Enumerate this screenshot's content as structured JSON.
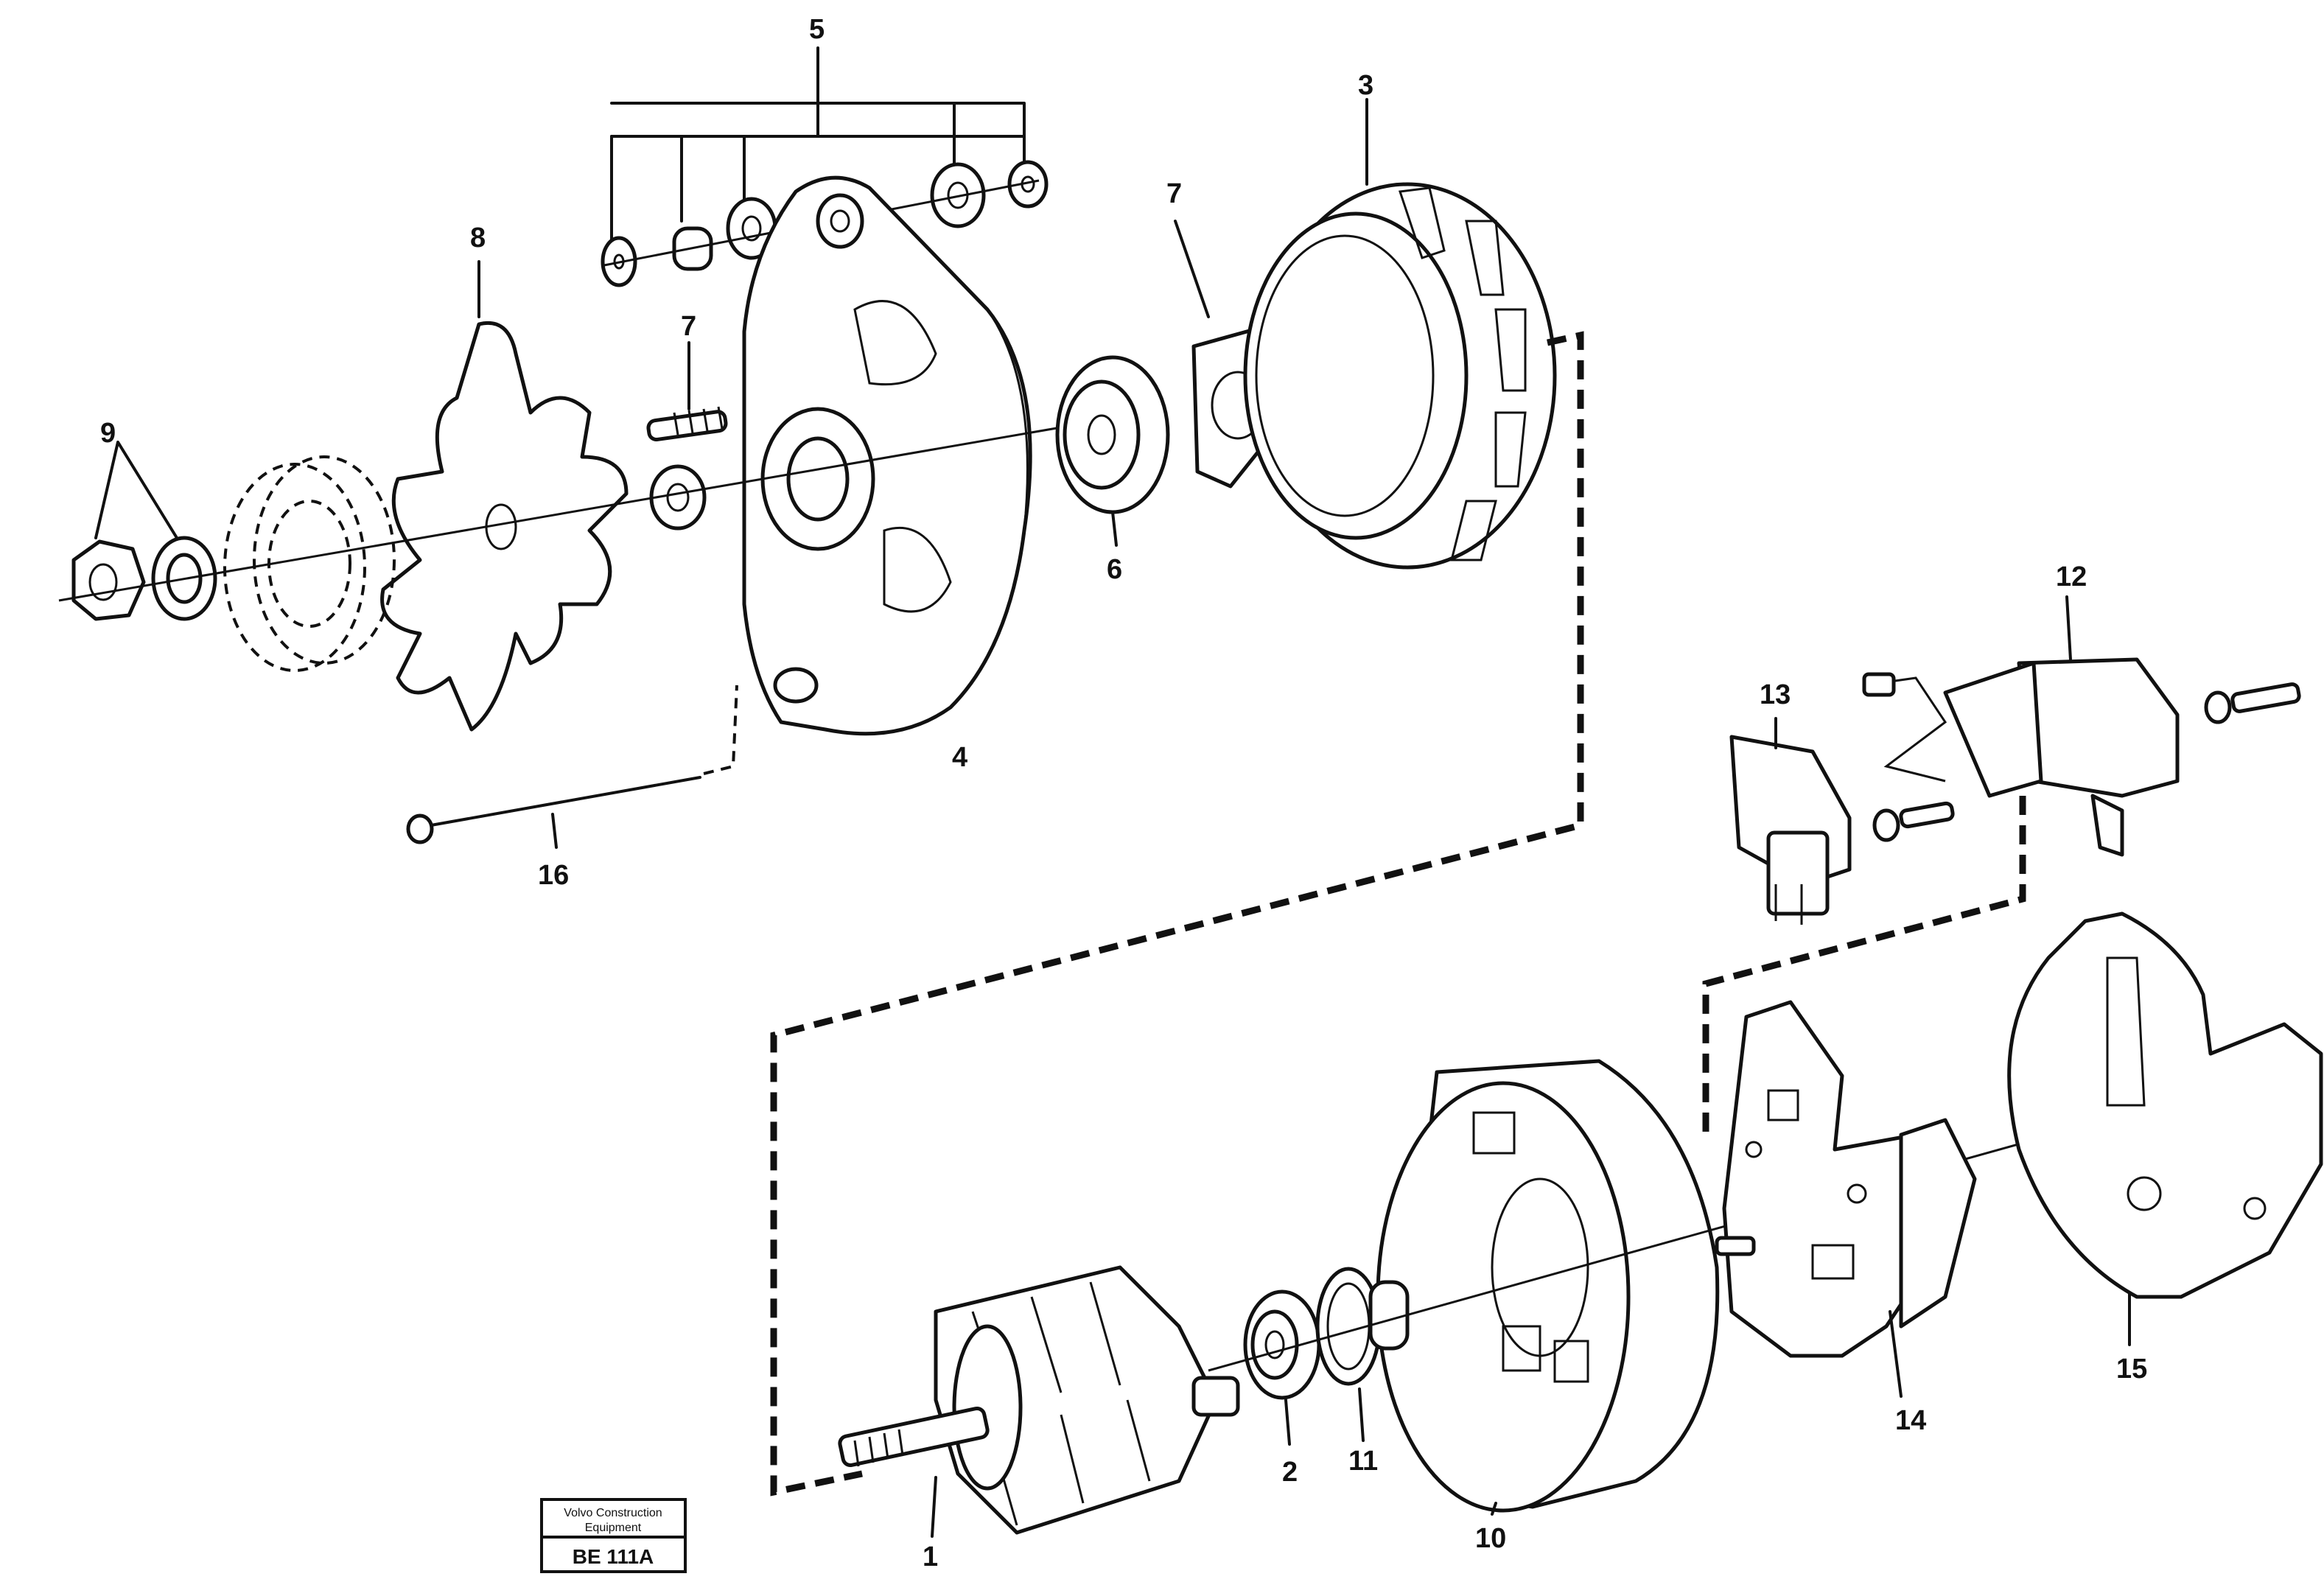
{
  "callouts": [
    {
      "id": "c1",
      "text": "1"
    },
    {
      "id": "c2",
      "text": "2"
    },
    {
      "id": "c3",
      "text": "3"
    },
    {
      "id": "c4",
      "text": "4"
    },
    {
      "id": "c5",
      "text": "5"
    },
    {
      "id": "c6",
      "text": "6"
    },
    {
      "id": "c7a",
      "text": "7"
    },
    {
      "id": "c7b",
      "text": "7"
    },
    {
      "id": "c8",
      "text": "8"
    },
    {
      "id": "c9",
      "text": "9"
    },
    {
      "id": "c10",
      "text": "10"
    },
    {
      "id": "c11",
      "text": "11"
    },
    {
      "id": "c12",
      "text": "12"
    },
    {
      "id": "c13",
      "text": "13"
    },
    {
      "id": "c14",
      "text": "14"
    },
    {
      "id": "c15",
      "text": "15"
    },
    {
      "id": "c16",
      "text": "16"
    }
  ],
  "stamp": {
    "line1": "Volvo Construction",
    "line2": "Equipment",
    "code": "BE 111A"
  }
}
